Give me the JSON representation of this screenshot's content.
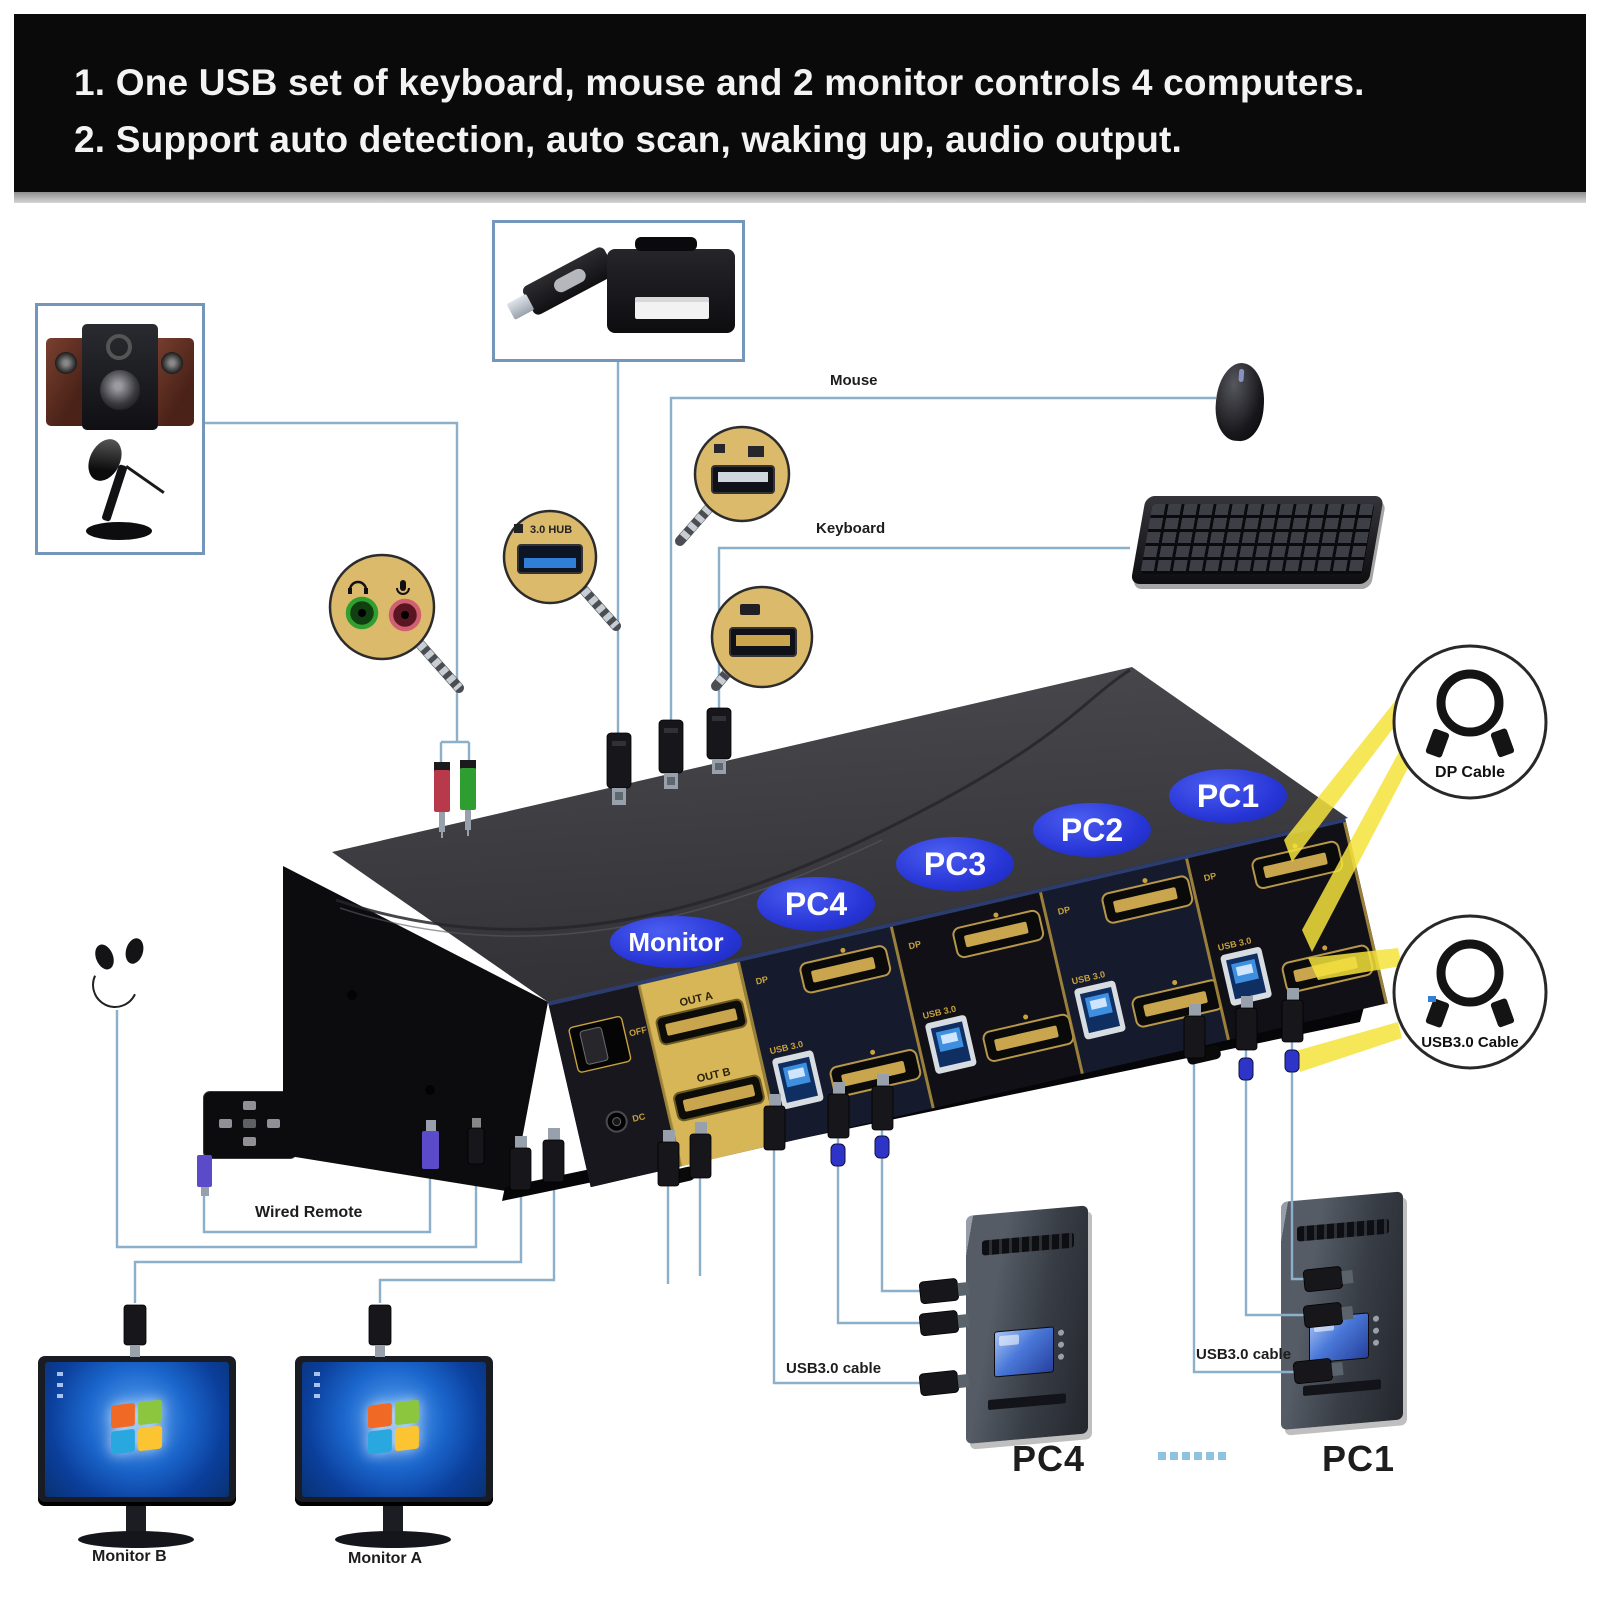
{
  "header": {
    "line1": "1. One USB set of keyboard, mouse and 2 monitor controls 4 computers.",
    "line2": "2. Support auto detection, auto scan, waking up, audio output."
  },
  "kvm": {
    "oval_labels": {
      "monitor": "Monitor",
      "pc4": "PC4",
      "pc3": "PC3",
      "pc2": "PC2",
      "pc1": "PC1"
    },
    "monitor_ports": {
      "out_a": "OUT A",
      "out_b": "OUT B"
    },
    "section_labels": {
      "dp": "DP",
      "usb": "USB 3.0"
    },
    "switch_label": "OFF",
    "dc_label": "DC"
  },
  "callouts": {
    "dp_cable": "DP Cable",
    "usb_cable": "USB3.0 Cable",
    "hub": "3.0 HUB"
  },
  "labels": {
    "mouse": "Mouse",
    "keyboard": "Keyboard",
    "wired_remote": "Wired Remote",
    "usb_cable_pc4": "USB3.0 cable",
    "usb_cable_pc1": "USB3.0 cable",
    "monitor_b": "Monitor B",
    "monitor_a": "Monitor A",
    "pc4": "PC4",
    "pc1": "PC1"
  },
  "colors": {
    "oval_blue": "#2735d6",
    "wire": "#8cb0ca",
    "beam": "#f5e33c",
    "gold": "#c9a23e",
    "panel_yellow": "#d7b658",
    "usb_blue": "#2f7fd6"
  }
}
